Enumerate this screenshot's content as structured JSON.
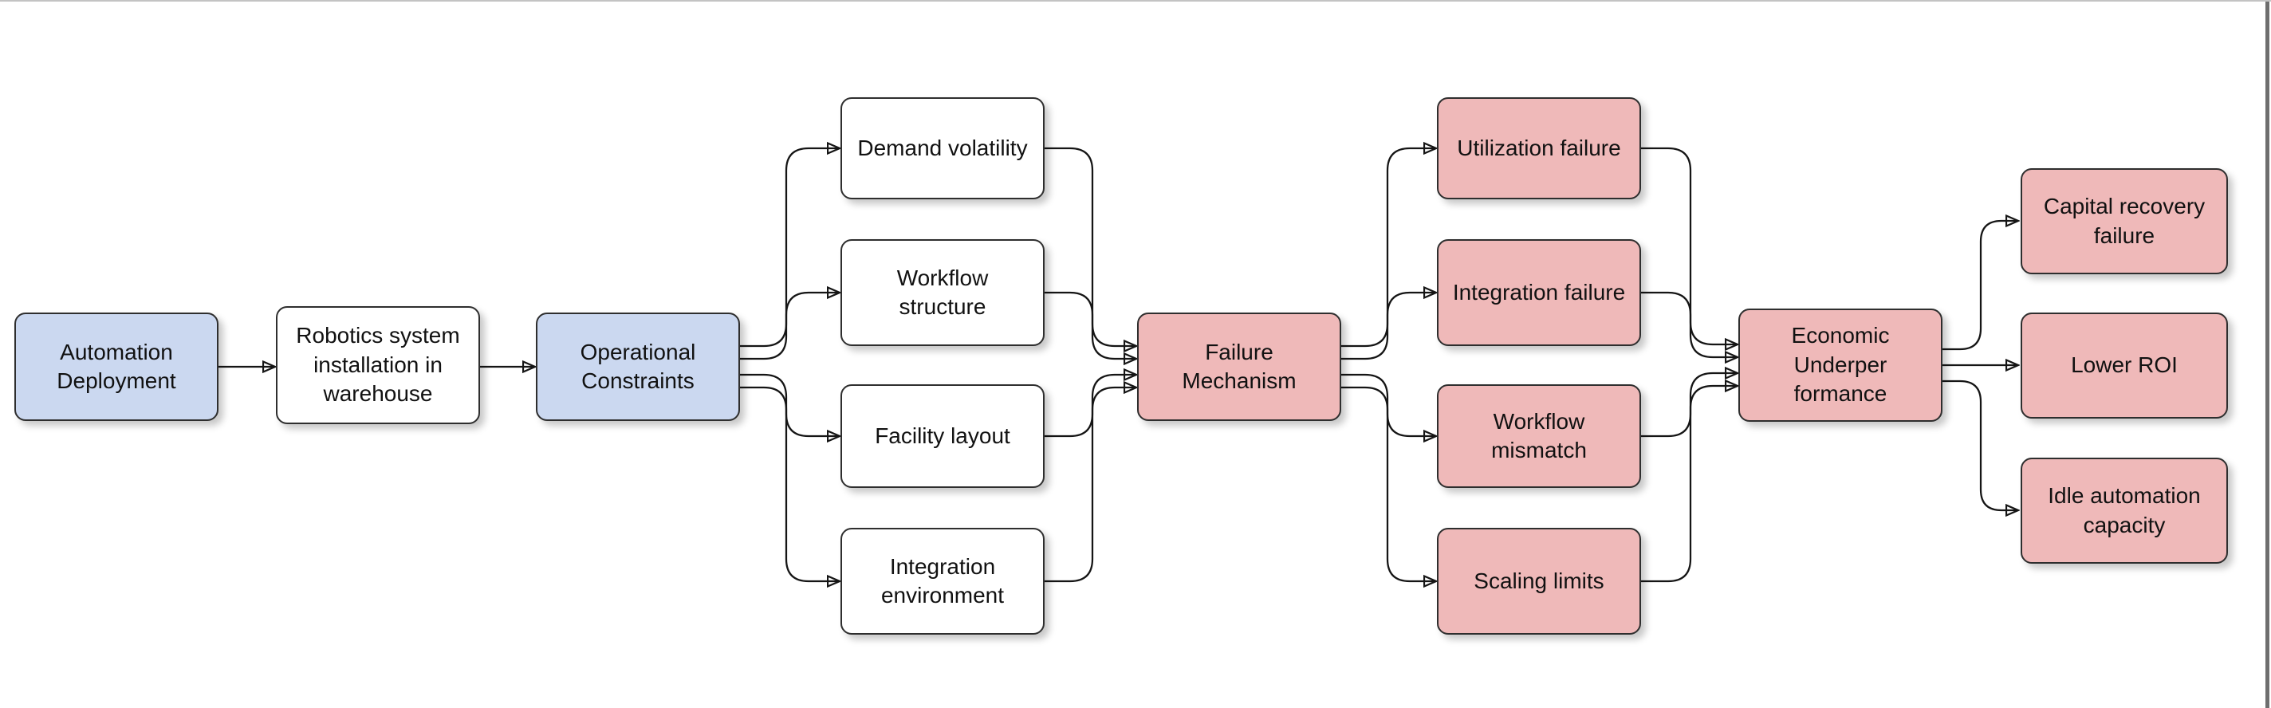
{
  "diagram": {
    "type": "flowchart",
    "orientation": "left-to-right"
  },
  "colors": {
    "input_node_fill": "#cbd8f0",
    "neutral_node_fill": "#ffffff",
    "failure_node_fill": "#efb9b9",
    "node_border": "#2e2e2e",
    "edge_stroke": "#151515"
  },
  "nodes": {
    "automation_deployment": {
      "label": "Automation\nDeployment",
      "type": "input"
    },
    "robotics_installation": {
      "label": "Robotics system\ninstallation in\nwarehouse",
      "type": "neutral"
    },
    "operational_constraints": {
      "label": "Operational\nConstraints",
      "type": "input"
    },
    "demand_volatility": {
      "label": "Demand volatility",
      "type": "neutral"
    },
    "workflow_structure": {
      "label": "Workflow\nstructure",
      "type": "neutral"
    },
    "facility_layout": {
      "label": "Facility layout",
      "type": "neutral"
    },
    "integration_environment": {
      "label": "Integration\nenvironment",
      "type": "neutral"
    },
    "failure_mechanism": {
      "label": "Failure\nMechanism",
      "type": "failure"
    },
    "utilization_failure": {
      "label": "Utilization failure",
      "type": "failure"
    },
    "integration_failure": {
      "label": "Integration failure",
      "type": "failure"
    },
    "workflow_mismatch": {
      "label": "Workflow\nmismatch",
      "type": "failure"
    },
    "scaling_limits": {
      "label": "Scaling limits",
      "type": "failure"
    },
    "economic_underperformance": {
      "label": "Economic\nUnderper\nformance",
      "type": "failure"
    },
    "capital_recovery_failure": {
      "label": "Capital recovery\nfailure",
      "type": "failure"
    },
    "lower_roi": {
      "label": "Lower ROI",
      "type": "failure"
    },
    "idle_automation_capacity": {
      "label": "Idle automation\ncapacity",
      "type": "failure"
    }
  },
  "edges": [
    {
      "from": "automation_deployment",
      "to": "robotics_installation"
    },
    {
      "from": "robotics_installation",
      "to": "operational_constraints"
    },
    {
      "from": "operational_constraints",
      "to": "demand_volatility"
    },
    {
      "from": "operational_constraints",
      "to": "workflow_structure"
    },
    {
      "from": "operational_constraints",
      "to": "facility_layout"
    },
    {
      "from": "operational_constraints",
      "to": "integration_environment"
    },
    {
      "from": "demand_volatility",
      "to": "failure_mechanism"
    },
    {
      "from": "workflow_structure",
      "to": "failure_mechanism"
    },
    {
      "from": "facility_layout",
      "to": "failure_mechanism"
    },
    {
      "from": "integration_environment",
      "to": "failure_mechanism"
    },
    {
      "from": "failure_mechanism",
      "to": "utilization_failure"
    },
    {
      "from": "failure_mechanism",
      "to": "integration_failure"
    },
    {
      "from": "failure_mechanism",
      "to": "workflow_mismatch"
    },
    {
      "from": "failure_mechanism",
      "to": "scaling_limits"
    },
    {
      "from": "utilization_failure",
      "to": "economic_underperformance"
    },
    {
      "from": "integration_failure",
      "to": "economic_underperformance"
    },
    {
      "from": "workflow_mismatch",
      "to": "economic_underperformance"
    },
    {
      "from": "scaling_limits",
      "to": "economic_underperformance"
    },
    {
      "from": "economic_underperformance",
      "to": "capital_recovery_failure"
    },
    {
      "from": "economic_underperformance",
      "to": "lower_roi"
    },
    {
      "from": "economic_underperformance",
      "to": "idle_automation_capacity"
    }
  ]
}
